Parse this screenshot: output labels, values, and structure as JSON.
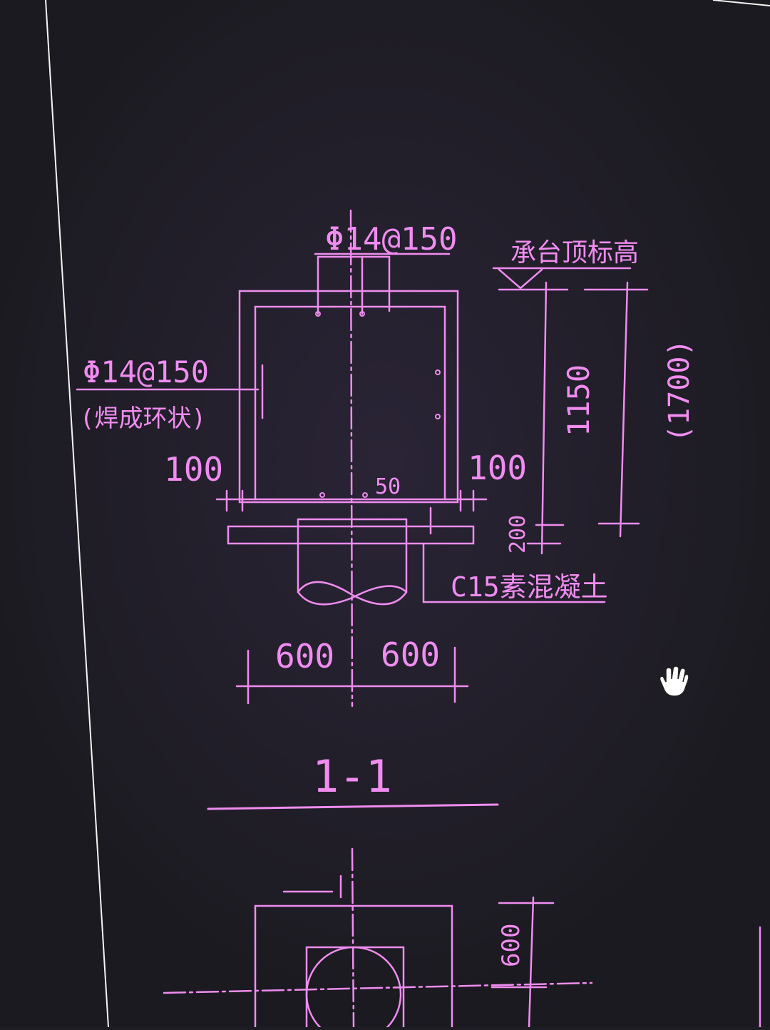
{
  "colors": {
    "background": "#1e1d24",
    "drawing": "#f08cf0",
    "drawing_dim": "#d472d4",
    "frame": "#f4f4f4"
  },
  "labels": {
    "top_rebar": "Φ14@150",
    "elevation": "承台顶标高",
    "side_rebar": "Φ14@150",
    "side_rebar_note": "(焊成环状)",
    "cover_left": "100",
    "cover_right": "100",
    "height_inner": "1150",
    "height_outer": "(1700)",
    "bottom_small": "50",
    "bedding": "200",
    "concrete": "C15素混凝土",
    "width_left": "600",
    "width_right": "600",
    "section_title": "1-1",
    "plan_dim": "600"
  },
  "icons": {
    "cursor": "hand-cursor-icon"
  }
}
